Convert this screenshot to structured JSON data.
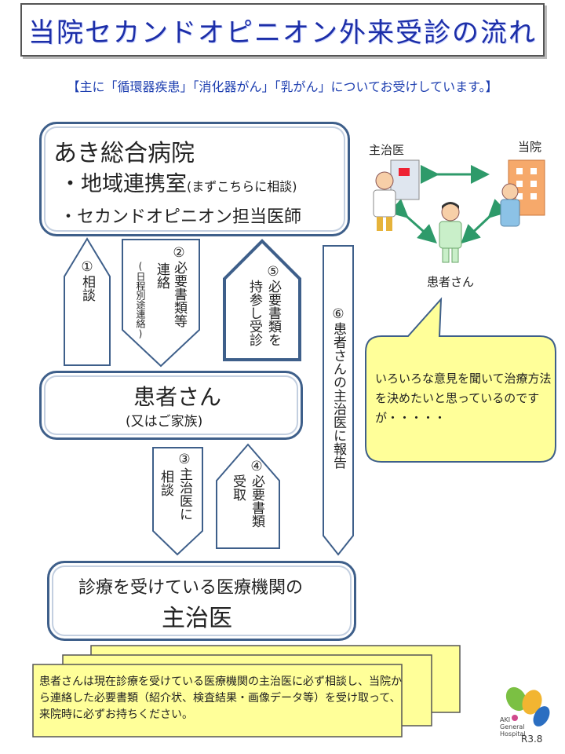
{
  "title": "当院セカンドオピニオン外来受診の流れ",
  "subtitle": "【主に「循環器疾患」「消化器がん」「乳がん」についてお受けしています。】",
  "hospital_box": {
    "name": "あき総合病院",
    "item1": "・地域連携室",
    "item1_note": "(まずこちらに相談)",
    "item2": "・セカンドオピニオン担当医師"
  },
  "patient_box": {
    "name": "患者さん",
    "sub": "(又はご家族)"
  },
  "doctor_box": {
    "line1": "診療を受けている医療機関の",
    "line2": "主治医"
  },
  "arrows": {
    "a1": "①相談",
    "a2": "②必要書類等",
    "a2b": "連絡",
    "a2c": "(日程別途連絡)",
    "a3": "③主治医に",
    "a3b": "相談",
    "a4": "④必要書類",
    "a4b": "受取",
    "a5": "⑤必要書類を",
    "a5b": "持参し受診",
    "a6": "⑥患者さんの主治医に報告"
  },
  "diagram": {
    "doctor_label": "主治医",
    "hospital_label": "当院",
    "patient_label": "患者さん"
  },
  "callout": "いろいろな意見を聞いて治療方法を決めたいと思っているのですが・・・・・",
  "note": "患者さんは現在診療を受けている医療機関の主治医に必ず相談し、当院から連絡した必要書類（紹介状、検査結果・画像データ等）を受け取って、来院時に必ずお持ちください。",
  "logo_text": "AKI General Hospital",
  "version": "R3.8",
  "colors": {
    "title": "#1c2ea8",
    "box_border": "#3e5f8a",
    "callout_fill": "#ffff99",
    "green_arrow": "#2e9a6a"
  }
}
